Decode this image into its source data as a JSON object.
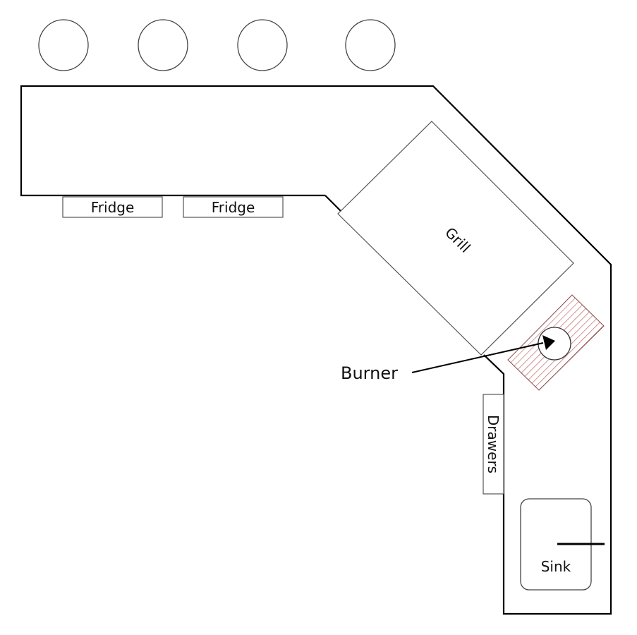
{
  "diagram": {
    "type": "outdoor kitchen floor plan",
    "stools": {
      "count": 4,
      "label": ""
    },
    "labels": {
      "fridge_1": "Fridge",
      "fridge_2": "Fridge",
      "grill": "Grill",
      "burner": "Burner",
      "drawers": "Drawers",
      "sink": "Sink"
    },
    "colors": {
      "outline": "#000000",
      "thin_line": "#555555",
      "hatch": "#b05050",
      "background": "#ffffff"
    }
  }
}
